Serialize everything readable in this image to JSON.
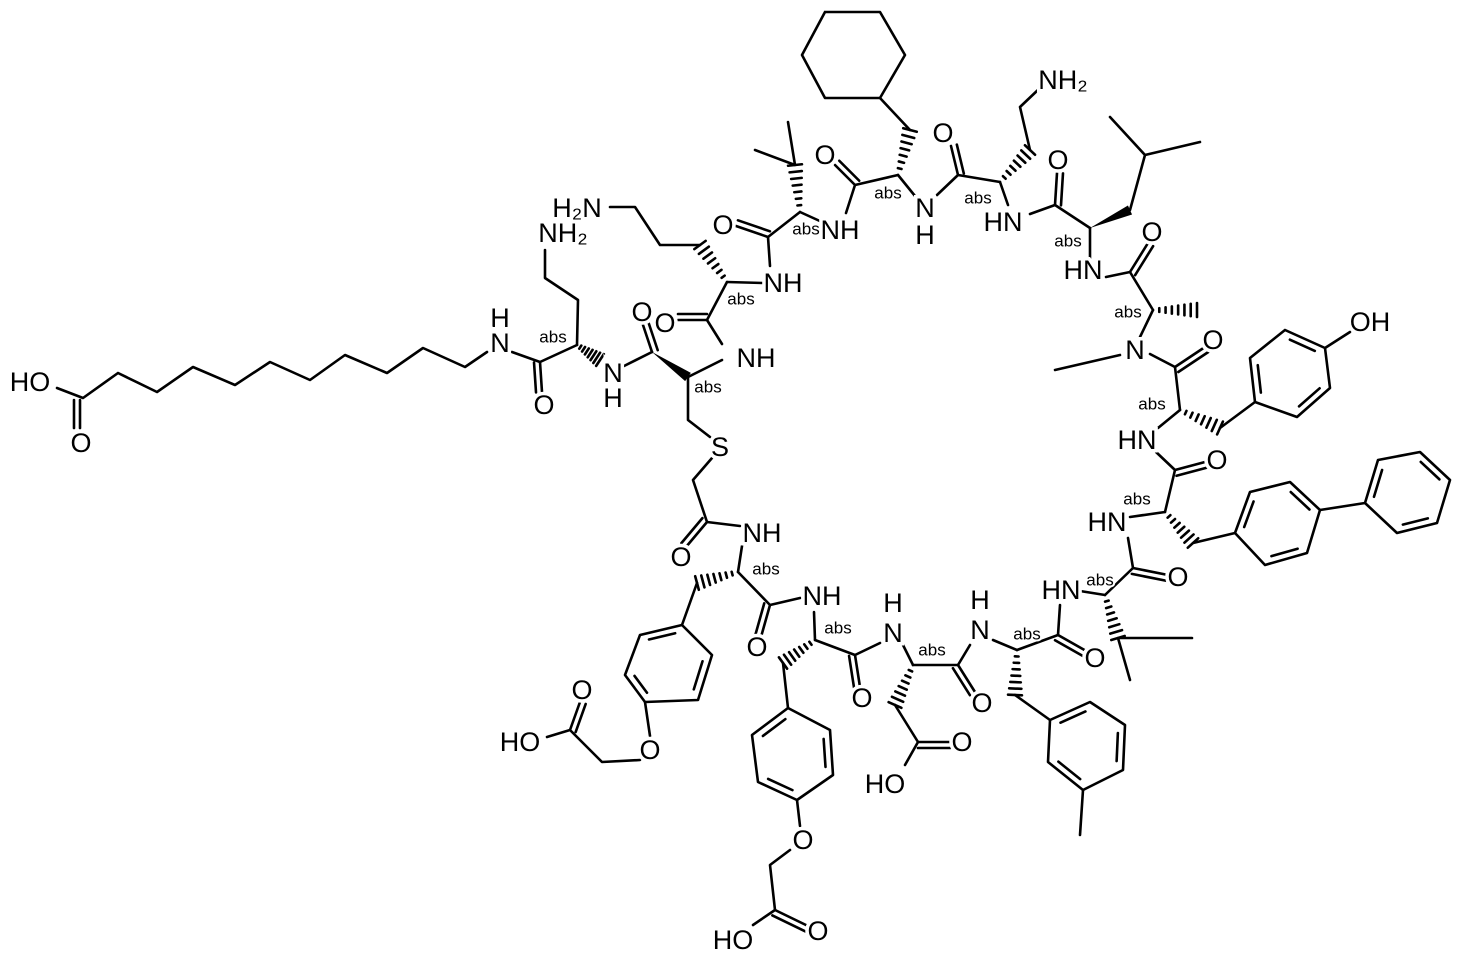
{
  "diagram": {
    "type": "chemical-structure",
    "line_color": "#000000",
    "background": "#ffffff",
    "labels": {
      "abs": "abs",
      "NH": "NH",
      "HN": "HN",
      "N": "N",
      "H": "H",
      "O": "O",
      "S": "S",
      "OH": "OH",
      "HO": "HO",
      "NH2": "NH₂",
      "H2N": "H₂N"
    }
  }
}
